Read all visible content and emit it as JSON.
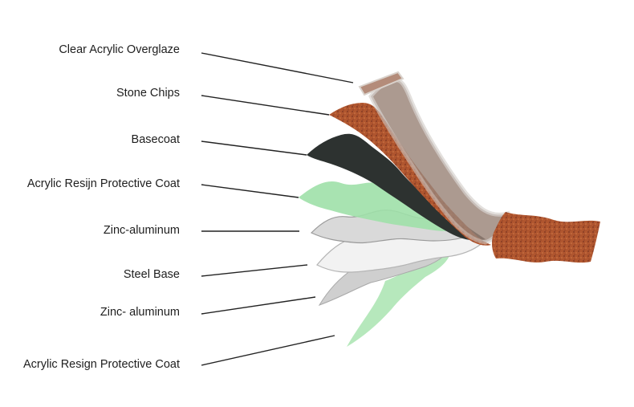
{
  "diagram": {
    "layers": [
      {
        "label": "Clear Acrylic Overglaze"
      },
      {
        "label": "Stone Chips"
      },
      {
        "label": "Basecoat"
      },
      {
        "label": "Acrylic Resijn Protective Coat"
      },
      {
        "label": "Zinc-aluminum"
      },
      {
        "label": "Steel Base"
      },
      {
        "label": "Zinc- aluminum"
      },
      {
        "label": "Acrylic Resign Protective Coat"
      }
    ],
    "colors": {
      "stone_chips": "#b0562f",
      "stone_chips_dark": "#7a3320",
      "overglaze": "#c9c4c0",
      "overglaze_brown": "#9b8478",
      "basecoat": "#2d3230",
      "protective_green": "#9fe0a8",
      "zinc": "#dcdcdc",
      "steel": "#f4f4f4",
      "leader_line": "#222222"
    }
  }
}
